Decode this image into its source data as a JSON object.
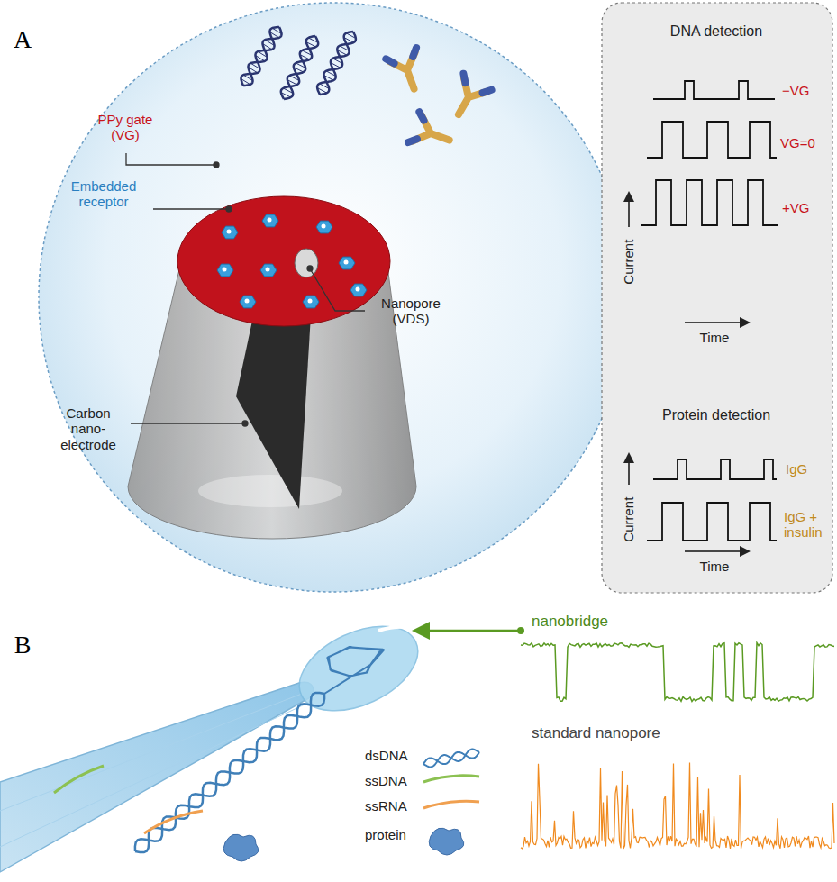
{
  "diagram": {
    "labels": [
      "A",
      "PPy gate (VG)",
      "Embedded receptor",
      "Carbon nano-electrode",
      "Nanopore (VDS)",
      "DNA detection",
      "−VG",
      "VG=0",
      "+VG",
      "Current",
      "Time",
      "Protein detection",
      "IgG",
      "IgG + insulin",
      "Current",
      "Time",
      "B",
      "nanobridge",
      "standard nanopore"
    ],
    "legend": [
      {
        "text": "dsDNA"
      },
      {
        "text": "ssDNA"
      },
      {
        "text": "ssRNA"
      },
      {
        "text": "protein"
      }
    ]
  }
}
